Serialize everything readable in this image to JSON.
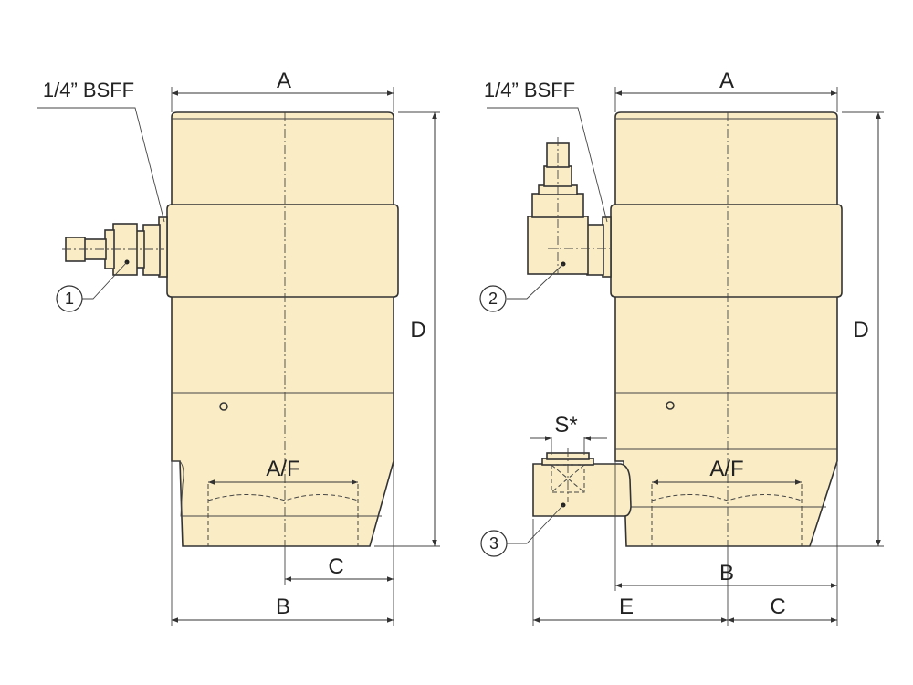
{
  "left_view": {
    "port_label": "1/4” BSFF",
    "dim_a": "A",
    "dim_d": "D",
    "dim_af": "A/F",
    "dim_c": "C",
    "dim_b": "B",
    "callout": "1"
  },
  "right_view": {
    "port_label": "1/4” BSFF",
    "dim_a": "A",
    "dim_d": "D",
    "dim_af": "A/F",
    "dim_s": "S*",
    "dim_b": "B",
    "dim_e": "E",
    "dim_c": "C",
    "callout_2": "2",
    "callout_3": "3"
  },
  "colors": {
    "body_fill": "#faedc6",
    "line": "#333333"
  }
}
